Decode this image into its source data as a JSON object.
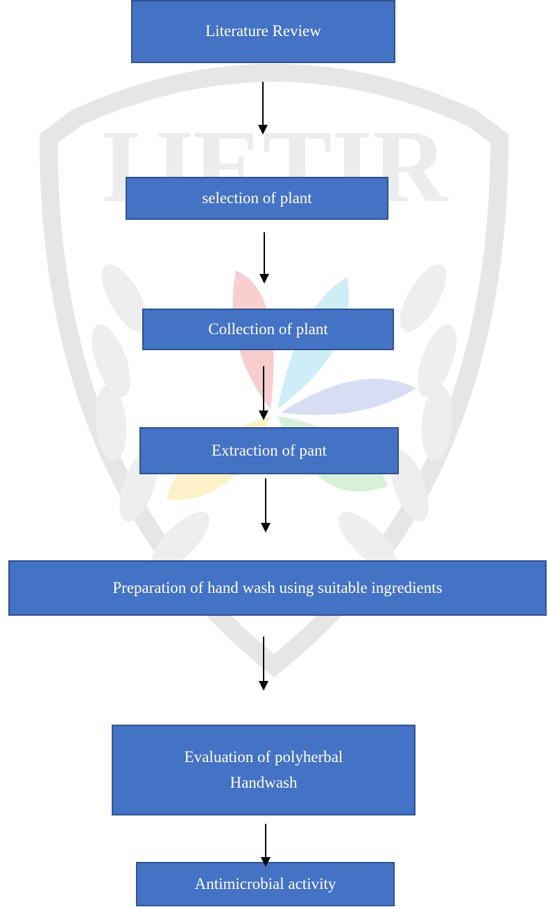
{
  "watermark": {
    "text": "IJETIR",
    "colors": [
      "#f2a6a6",
      "#a8dff2",
      "#fde49a",
      "#b7e6b9",
      "#b7c3ea"
    ]
  },
  "steps": [
    {
      "lines": [
        "Literature Review"
      ]
    },
    {
      "lines": [
        "selection of plant"
      ]
    },
    {
      "lines": [
        "Collection of plant"
      ]
    },
    {
      "lines": [
        "Extraction of pant"
      ]
    },
    {
      "lines": [
        "Preparation of hand wash using suitable ingredients"
      ]
    },
    {
      "lines": [
        "Evaluation of polyherbal",
        "Handwash"
      ]
    },
    {
      "lines": [
        "Antimicrobial activity"
      ]
    }
  ],
  "colors": {
    "box_fill": "#4472c4",
    "box_border": "#2f528f",
    "text": "#ffffff",
    "arrow": "#000000"
  }
}
